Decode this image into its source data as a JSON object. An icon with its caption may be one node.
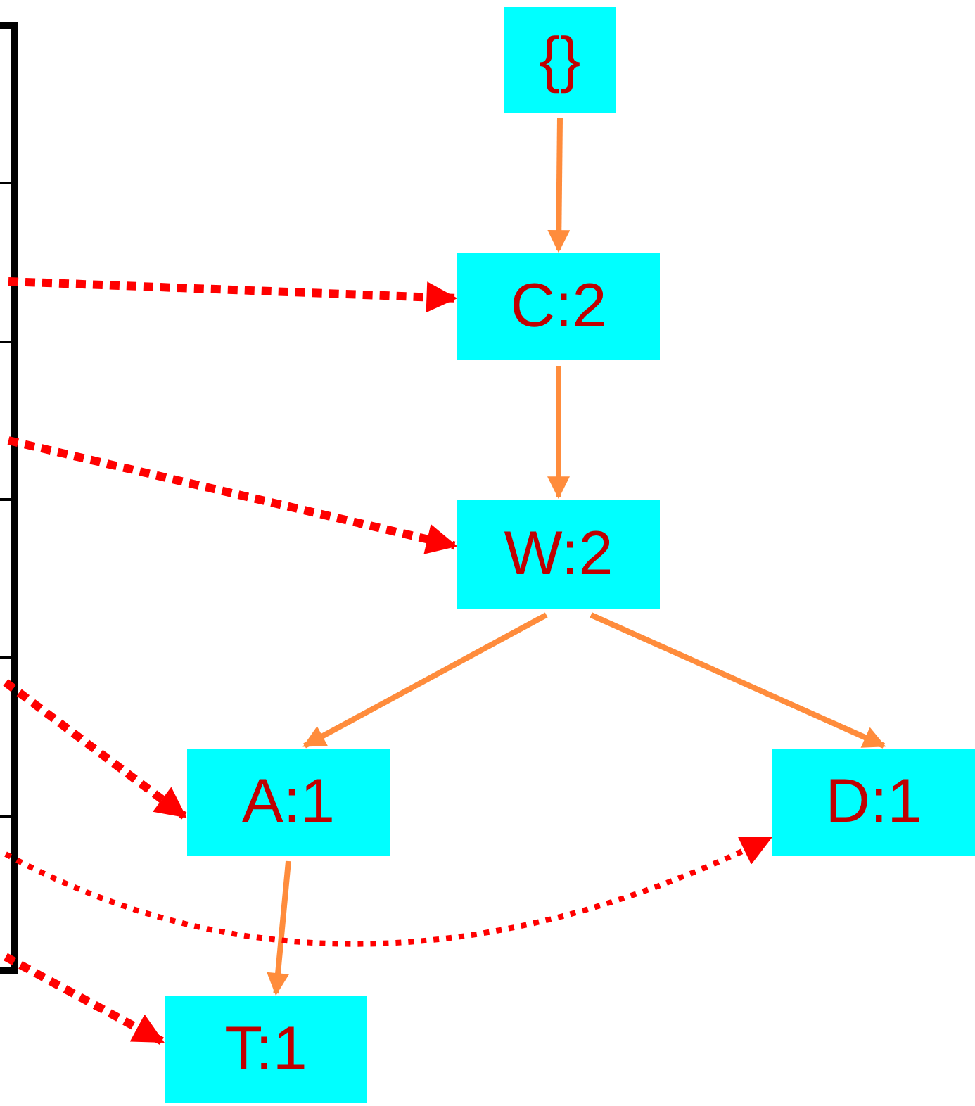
{
  "diagram": {
    "nodes": [
      {
        "text": [
          "{}"
        ]
      },
      {
        "text": [
          "C:2"
        ]
      },
      {
        "text": [
          "W:2"
        ]
      },
      {
        "text": [
          "A:1"
        ]
      },
      {
        "text": [
          "D:1"
        ]
      },
      {
        "text": [
          "T:1"
        ]
      }
    ],
    "edges": [
      {
        "from": 0,
        "to": 1,
        "arrow": "to"
      },
      {
        "from": 1,
        "to": 2,
        "arrow": "to"
      },
      {
        "from": 2,
        "to": 3,
        "arrow": "to"
      },
      {
        "from": 2,
        "to": 4,
        "arrow": "to"
      },
      {
        "from": 3,
        "to": 5,
        "arrow": "to"
      },
      {
        "from": null,
        "to": 1,
        "arrow": "to",
        "style": "dashed",
        "color": "#ff0000"
      },
      {
        "from": null,
        "to": 2,
        "arrow": "to",
        "style": "dashed",
        "color": "#ff0000"
      },
      {
        "from": null,
        "to": 3,
        "arrow": "to",
        "style": "dashed",
        "color": "#ff0000"
      },
      {
        "from": null,
        "to": 4,
        "arrow": "to",
        "style": "dashed",
        "color": "#ff0000"
      },
      {
        "from": null,
        "to": 5,
        "arrow": "to",
        "style": "dashed",
        "color": "#ff0000"
      }
    ]
  }
}
